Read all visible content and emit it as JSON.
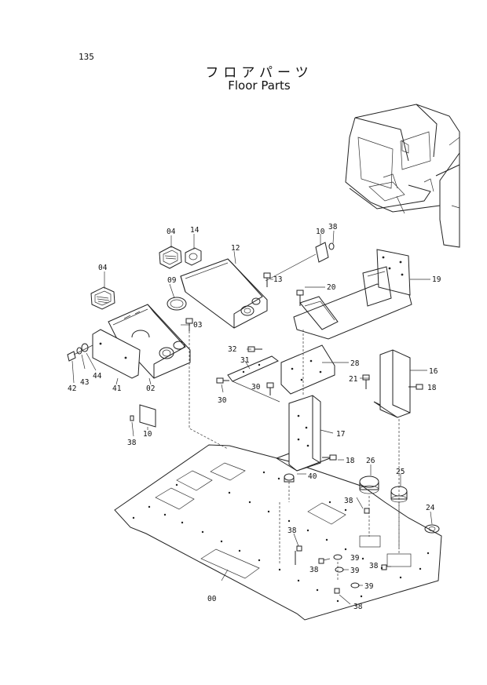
{
  "header": {
    "page_number": "135",
    "title_jp": "フロアパーツ",
    "title_en": "Floor Parts"
  },
  "callouts": [
    {
      "id": "c00",
      "text": "00"
    },
    {
      "id": "c02",
      "text": "02"
    },
    {
      "id": "c03",
      "text": "03"
    },
    {
      "id": "c04a",
      "text": "04"
    },
    {
      "id": "c04b",
      "text": "04"
    },
    {
      "id": "c09",
      "text": "09"
    },
    {
      "id": "c10a",
      "text": "10"
    },
    {
      "id": "c10b",
      "text": "10"
    },
    {
      "id": "c12",
      "text": "12"
    },
    {
      "id": "c13",
      "text": "13"
    },
    {
      "id": "c14",
      "text": "14"
    },
    {
      "id": "c16",
      "text": "16"
    },
    {
      "id": "c17",
      "text": "17"
    },
    {
      "id": "c18a",
      "text": "18"
    },
    {
      "id": "c18b",
      "text": "18"
    },
    {
      "id": "c19",
      "text": "19"
    },
    {
      "id": "c20",
      "text": "20"
    },
    {
      "id": "c21",
      "text": "21"
    },
    {
      "id": "c24",
      "text": "24"
    },
    {
      "id": "c25",
      "text": "25"
    },
    {
      "id": "c26",
      "text": "26"
    },
    {
      "id": "c28",
      "text": "28"
    },
    {
      "id": "c30a",
      "text": "30"
    },
    {
      "id": "c30b",
      "text": "30"
    },
    {
      "id": "c31",
      "text": "31"
    },
    {
      "id": "c32",
      "text": "32"
    },
    {
      "id": "c38a",
      "text": "38"
    },
    {
      "id": "c38b",
      "text": "38"
    },
    {
      "id": "c38c",
      "text": "38"
    },
    {
      "id": "c38d",
      "text": "38"
    },
    {
      "id": "c38e",
      "text": "38"
    },
    {
      "id": "c38f",
      "text": "38"
    },
    {
      "id": "c39a",
      "text": "39"
    },
    {
      "id": "c39b",
      "text": "39"
    },
    {
      "id": "c39c",
      "text": "39"
    },
    {
      "id": "c40",
      "text": "40"
    },
    {
      "id": "c41",
      "text": "41"
    },
    {
      "id": "c42",
      "text": "42"
    },
    {
      "id": "c43",
      "text": "43"
    },
    {
      "id": "c44",
      "text": "44"
    }
  ]
}
